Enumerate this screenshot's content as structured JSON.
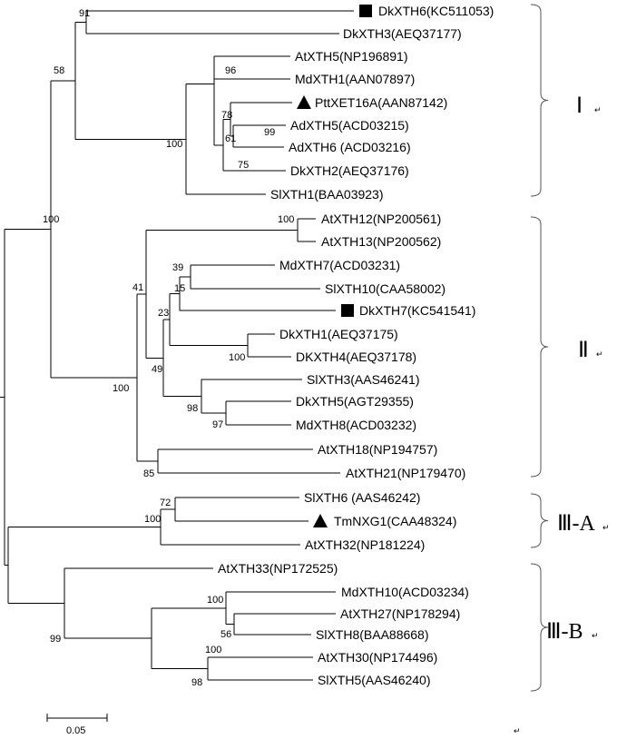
{
  "taxa": [
    {
      "label": "DkXTH6(KC511053)",
      "marker": "square"
    },
    {
      "label": "DkXTH3(AEQ37177)",
      "marker": ""
    },
    {
      "label": "AtXTH5(NP196891)",
      "marker": ""
    },
    {
      "label": "MdXTH1(AAN07897)",
      "marker": ""
    },
    {
      "label": "PttXET16A(AAN87142)",
      "marker": "triangle"
    },
    {
      "label": "AdXTH5(ACD03215)",
      "marker": ""
    },
    {
      "label": "AdXTH6 (ACD03216)",
      "marker": ""
    },
    {
      "label": "DkXTH2(AEQ37176)",
      "marker": ""
    },
    {
      "label": "SlXTH1(BAA03923)",
      "marker": ""
    },
    {
      "label": "AtXTH12(NP200561)",
      "marker": ""
    },
    {
      "label": "AtXTH13(NP200562)",
      "marker": ""
    },
    {
      "label": "MdXTH7(ACD03231)",
      "marker": ""
    },
    {
      "label": "SlXTH10(CAA58002)",
      "marker": ""
    },
    {
      "label": "DkXTH7(KC541541)",
      "marker": "square"
    },
    {
      "label": "DkXTH1(AEQ37175)",
      "marker": ""
    },
    {
      "label": "DKXTH4(AEQ37178)",
      "marker": ""
    },
    {
      "label": "SlXTH3(AAS46241)",
      "marker": ""
    },
    {
      "label": "DkXTH5(AGT29355)",
      "marker": ""
    },
    {
      "label": "MdXTH8(ACD03232)",
      "marker": ""
    },
    {
      "label": "AtXTH18(NP194757)",
      "marker": ""
    },
    {
      "label": "AtXTH21(NP179470)",
      "marker": ""
    },
    {
      "label": "SlXTH6 (AAS46242)",
      "marker": ""
    },
    {
      "label": "TmNXG1(CAA48324)",
      "marker": "triangle"
    },
    {
      "label": "AtXTH32(NP181224)",
      "marker": ""
    },
    {
      "label": "AtXTH33(NP172525)",
      "marker": ""
    },
    {
      "label": "MdXTH10(ACD03234)",
      "marker": ""
    },
    {
      "label": "AtXTH27(NP178294)",
      "marker": ""
    },
    {
      "label": "SlXTH8(BAA88668)",
      "marker": ""
    },
    {
      "label": "AtXTH30(NP174496)",
      "marker": ""
    },
    {
      "label": "SlXTH5(AAS46240)",
      "marker": ""
    }
  ],
  "bootstrap": [
    "91",
    "58",
    "96",
    "78",
    "61",
    "99",
    "75",
    "100",
    "100",
    "100",
    "39",
    "15",
    "23",
    "41",
    "100",
    "49",
    "98",
    "97",
    "100",
    "85",
    "72",
    "100",
    "100",
    "56",
    "100",
    "98",
    "99"
  ],
  "groups": [
    {
      "label": "Ⅰ",
      "mark": "↵"
    },
    {
      "label": "Ⅱ",
      "mark": "↵"
    },
    {
      "label": "Ⅲ-A",
      "mark": "↵"
    },
    {
      "label": "Ⅲ-B",
      "mark": "↵"
    }
  ],
  "scale_bar": {
    "label": "0.05"
  },
  "footer_mark": "↵"
}
